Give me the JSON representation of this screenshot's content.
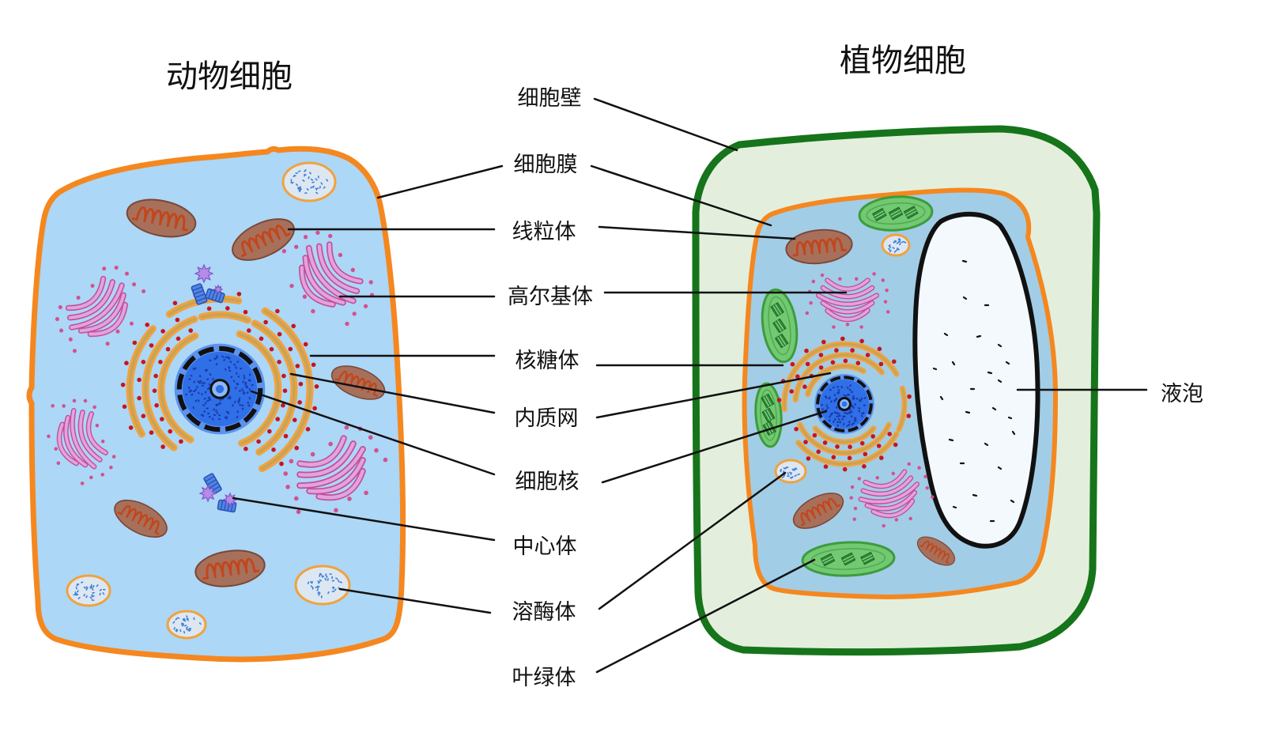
{
  "titles": {
    "animal_cell": "动物细胞",
    "plant_cell": "植物细胞"
  },
  "labels": {
    "cell_wall": "细胞壁",
    "cell_membrane": "细胞膜",
    "mitochondrion": "线粒体",
    "golgi_apparatus": "高尔基体",
    "ribosome": "核糖体",
    "endoplasmic_reticulum": "内质网",
    "nucleus": "细胞核",
    "centrosome": "中心体",
    "lysosome": "溶酶体",
    "chloroplast": "叶绿体",
    "vacuole": "液泡"
  },
  "colors": {
    "cell_membrane": "#f5871f",
    "animal_cytoplasm": "#acd7f6",
    "plant_cell_wall": "#16741b",
    "plant_wall_space": "#e3efdc",
    "plant_cytoplasm": "#a2cde6",
    "vacuole": "#f3f9fd",
    "mitochondrion": "#a7705b",
    "golgi": "#e3a3dc",
    "endoplasmic_reticulum": "#f2a23c",
    "ribosome": "#c8141d",
    "nucleus": "#2f6fe8",
    "chloroplast": "#72c972",
    "lysosome": "#dde7f2",
    "centriole": "#4f86e6"
  }
}
